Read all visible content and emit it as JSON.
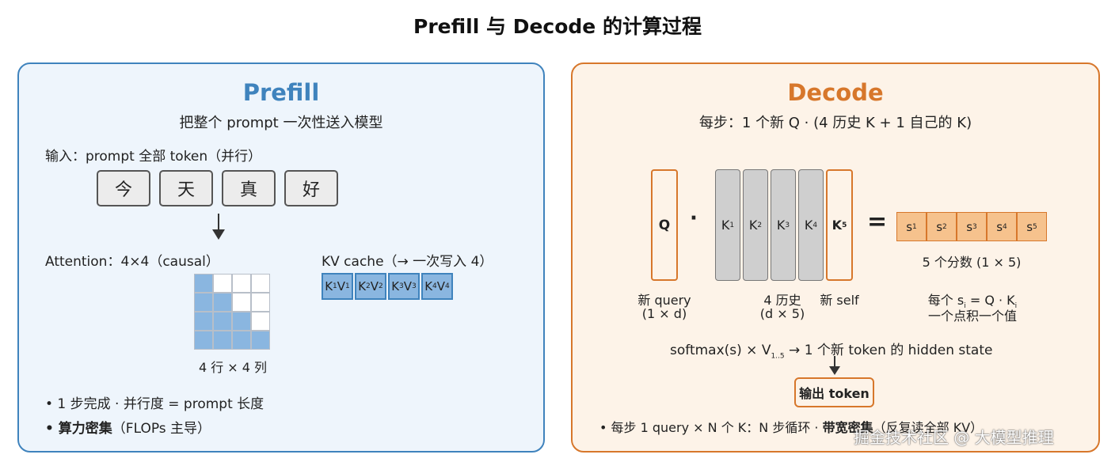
{
  "title": "Prefill 与 Decode 的计算过程",
  "prefill": {
    "title": "Prefill",
    "subtitle": "把整个 prompt 一次性送入模型",
    "input_label": "输入：prompt 全部 token（并行）",
    "tokens": [
      "今",
      "天",
      "真",
      "好"
    ],
    "attention_label": "Attention：4×4（causal）",
    "matrix_caption": "4 行 × 4 列",
    "kv_label": "KV cache（→ 一次写入 4）",
    "kv_cells": [
      {
        "k": "K",
        "ks": "1",
        "v": "V",
        "vs": "1"
      },
      {
        "k": "K",
        "ks": "2",
        "v": "V",
        "vs": "2"
      },
      {
        "k": "K",
        "ks": "3",
        "v": "V",
        "vs": "3"
      },
      {
        "k": "K",
        "ks": "4",
        "v": "V",
        "vs": "4"
      }
    ],
    "bullet1": "• 1 步完成 · 并行度 = prompt 长度",
    "bullet2_bold": "• 算力密集",
    "bullet2_rest": "（FLOPs 主导）",
    "colors": {
      "accent": "#3f83bd",
      "fill": "#8ab6e0",
      "bg": "#eef5fc"
    }
  },
  "decode": {
    "title": "Decode",
    "subtitle": "每步：1 个新 Q · (4 历史 K + 1 自己的 K)",
    "q_label": "Q",
    "dot": "·",
    "k_cols": [
      {
        "k": "K",
        "s": "1"
      },
      {
        "k": "K",
        "s": "2"
      },
      {
        "k": "K",
        "s": "3"
      },
      {
        "k": "K",
        "s": "4"
      }
    ],
    "k_self": {
      "k": "K",
      "s": "5"
    },
    "equals": "=",
    "scores": [
      {
        "s": "s",
        "i": "1"
      },
      {
        "s": "s",
        "i": "2"
      },
      {
        "s": "s",
        "i": "3"
      },
      {
        "s": "s",
        "i": "4"
      },
      {
        "s": "s",
        "i": "5"
      }
    ],
    "scores_caption": "5 个分数 (1 × 5)",
    "q_caption1": "新 query",
    "q_caption2": "(1 × d)",
    "hist_caption1": "4 历史",
    "hist_caption2": "(d × 5)",
    "self_caption": "新 self",
    "formula_pre": "每个 s",
    "formula_sub": "i",
    "formula_mid": " = Q · K",
    "formula_sub2": "i",
    "formula_line2": "一个点积一个值",
    "softmax_pre": "softmax(s) × V",
    "softmax_sub": "1..5",
    "softmax_post": " → 1 个新 token 的 hidden state",
    "output": "输出 token",
    "bullet_pre": "• 每步 1 query × N 个 K：N 步循环 · ",
    "bullet_bold": "带宽密集",
    "bullet_post": "（反复读全部 KV）",
    "colors": {
      "accent": "#d7772b",
      "fill": "#f6c28d",
      "bg": "#fdf3e8",
      "k_fill": "#cfcfcf"
    }
  },
  "watermark": "掘金技术社区 @ 大模型推理"
}
